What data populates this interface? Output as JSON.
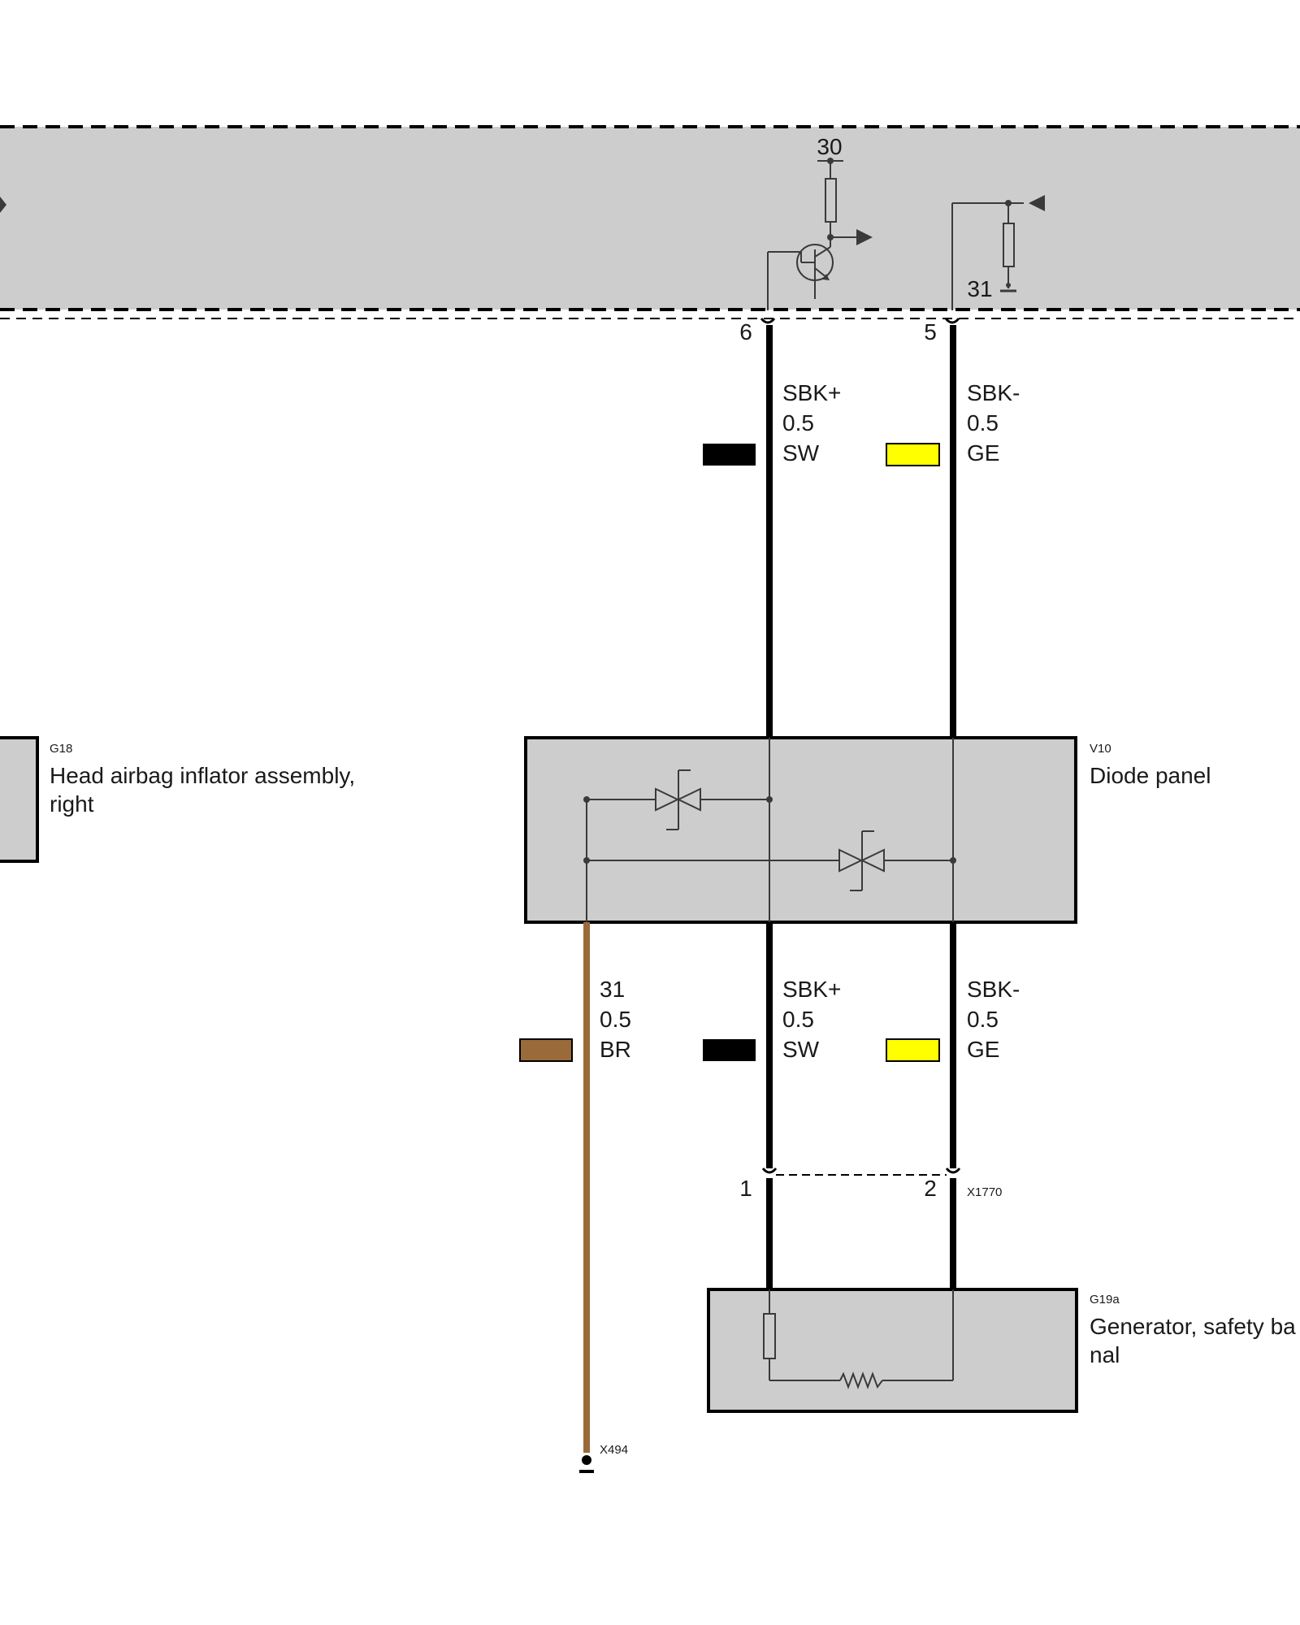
{
  "colors": {
    "module_fill": "#cdcdcd",
    "wire_black": "#000000",
    "wire_yellow": "#ffff00",
    "wire_brown": "#9b6a3a"
  },
  "top_module": {
    "supply_label": "30",
    "ground_label": "31"
  },
  "connector_top": {
    "pin_a": "6",
    "pin_b": "5"
  },
  "wires_top": [
    {
      "signal": "SBK+",
      "size": "0.5",
      "color_code": "SW"
    },
    {
      "signal": "SBK-",
      "size": "0.5",
      "color_code": "GE"
    }
  ],
  "components": {
    "g18": {
      "code": "G18",
      "name_line1": "Head airbag inflator assembly,",
      "name_line2": "right"
    },
    "v10": {
      "code": "V10",
      "name": "Diode panel"
    },
    "g19a": {
      "code": "G19a",
      "name_line1": "Generator, safety ba",
      "name_line2": "nal"
    }
  },
  "wires_bottom": [
    {
      "signal": "31",
      "size": "0.5",
      "color_code": "BR"
    },
    {
      "signal": "SBK+",
      "size": "0.5",
      "color_code": "SW"
    },
    {
      "signal": "SBK-",
      "size": "0.5",
      "color_code": "GE"
    }
  ],
  "connector_bottom": {
    "pin_a": "1",
    "pin_b": "2",
    "code": "X1770"
  },
  "ground_point": {
    "code": "X494"
  }
}
